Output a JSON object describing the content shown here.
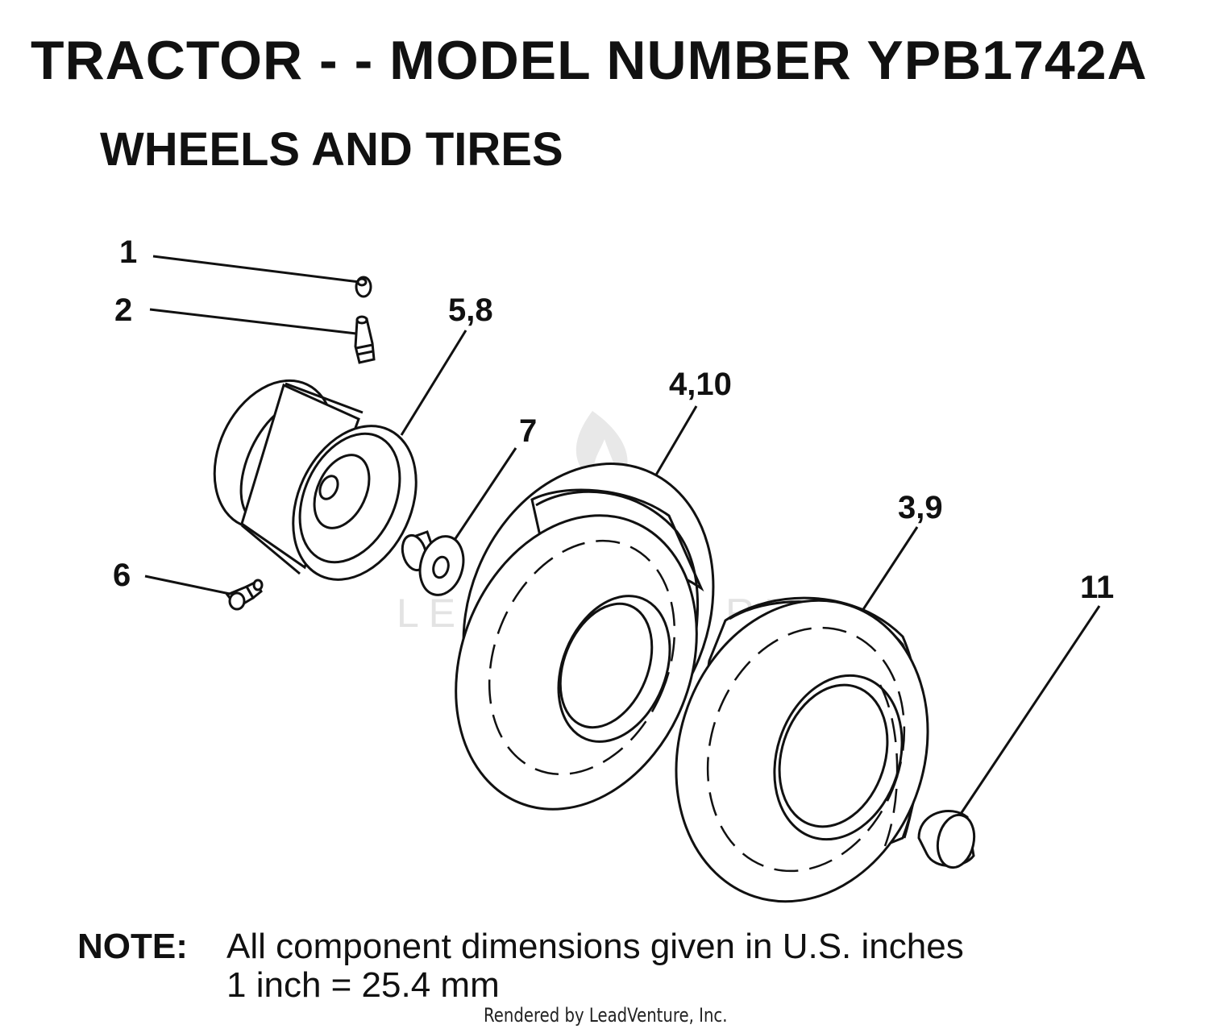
{
  "header": {
    "title": "TRACTOR - - MODEL NUMBER YPB1742A",
    "subtitle": "WHEELS AND TIRES"
  },
  "callouts": {
    "c1": "1",
    "c2": "2",
    "c58": "5,8",
    "c6": "6",
    "c7": "7",
    "c410": "4,10",
    "c39": "3,9",
    "c11": "11"
  },
  "watermark": {
    "text": "LEADVENTURE"
  },
  "note": {
    "label": "NOTE:",
    "line1": "All component dimensions given in U.S. inches",
    "line2": "1 inch = 25.4 mm"
  },
  "footer": {
    "rendered_by": "Rendered by LeadVenture, Inc."
  },
  "colors": {
    "ink": "#111111",
    "watermark": "#e3e3e3",
    "background": "#ffffff"
  }
}
